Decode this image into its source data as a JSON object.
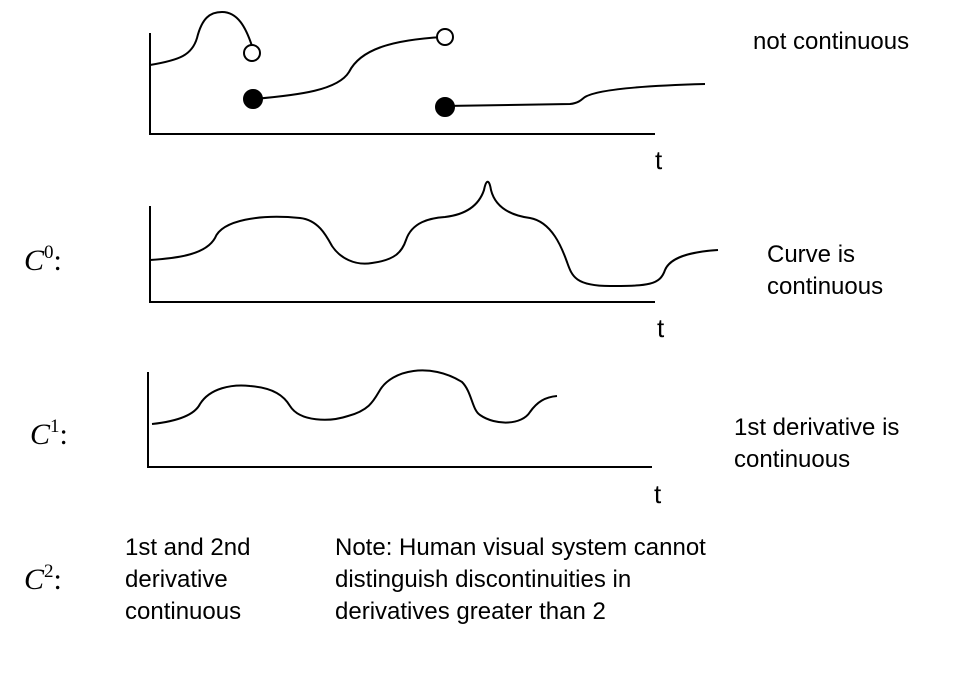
{
  "plots": {
    "discontinuous": {
      "t_label": "t",
      "description": "not continuous"
    },
    "c0": {
      "name": "C",
      "exponent": "0",
      "t_label": "t",
      "description": "Curve is\ncontinuous"
    },
    "c1": {
      "name": "C",
      "exponent": "1",
      "t_label": "t",
      "description": "1st derivative is\ncontinuous"
    }
  },
  "c2": {
    "name": "C",
    "exponent": "2",
    "description": "1st and 2nd\nderivative\ncontinuous"
  },
  "note": "Note: Human visual system cannot\ndistinguish discontinuities in\nderivatives greater than 2",
  "colors": {
    "stroke": "#000000",
    "background": "#ffffff"
  }
}
